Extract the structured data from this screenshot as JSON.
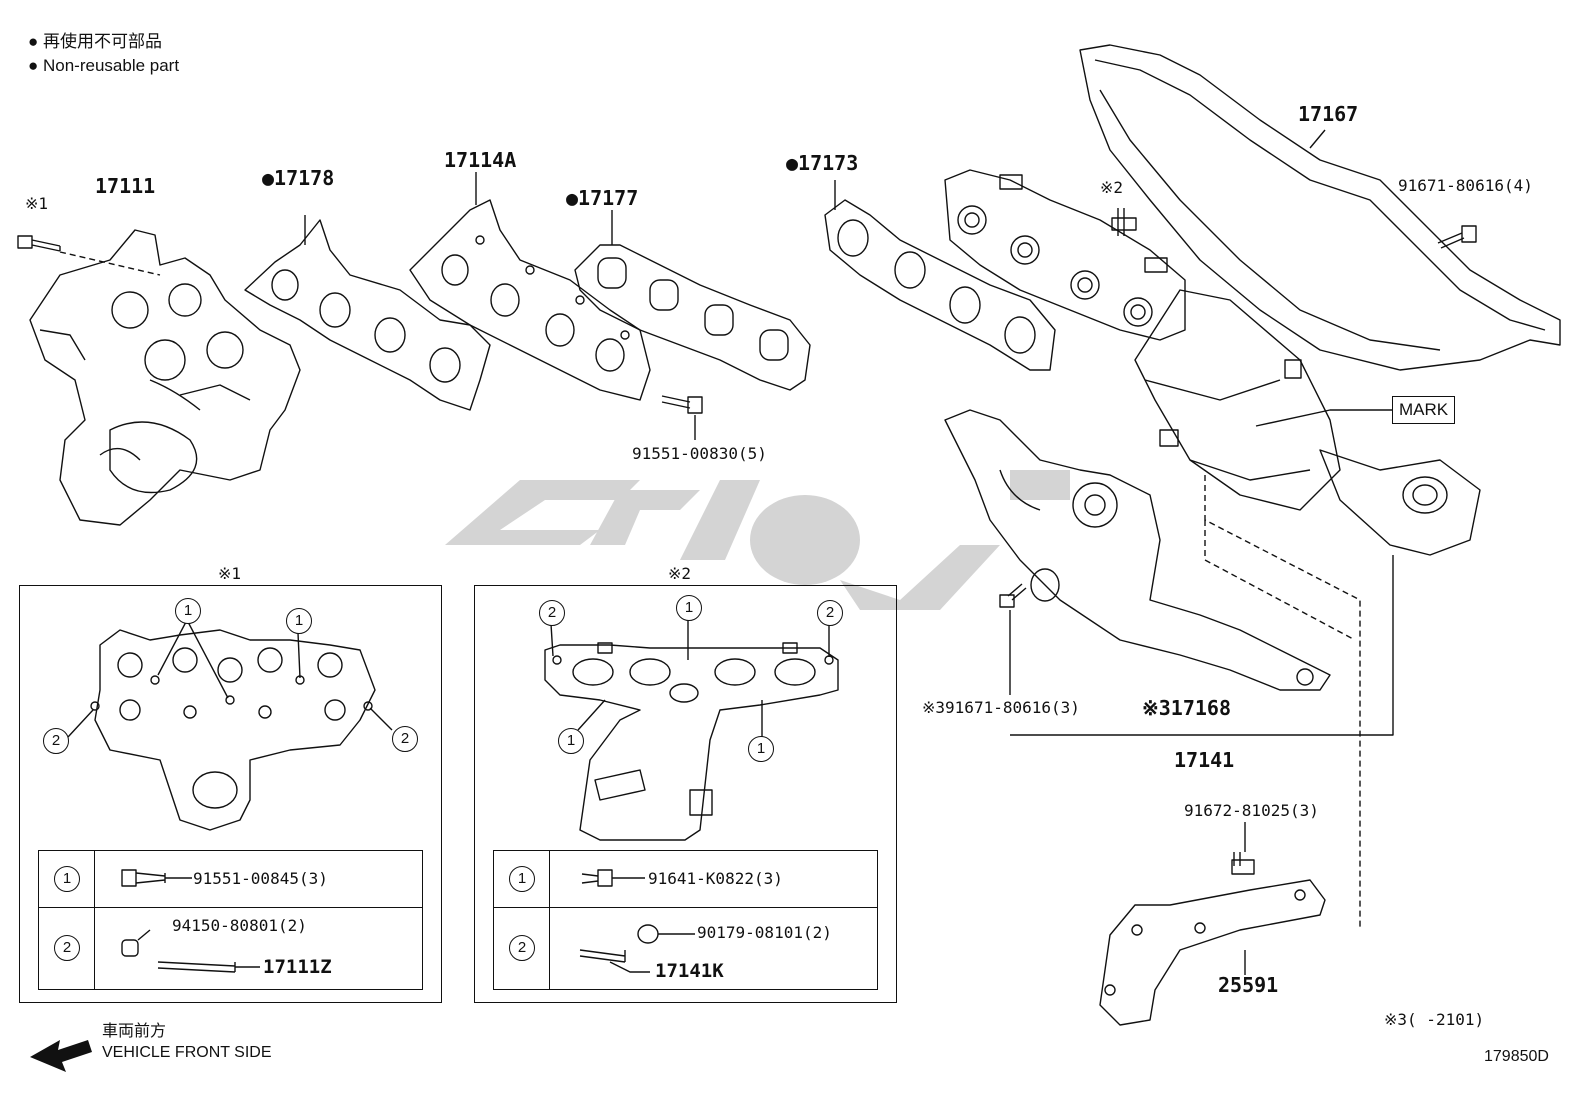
{
  "legend": {
    "line1": "● 再使用不可部品",
    "line2": "● Non-reusable part"
  },
  "parts": {
    "p17111": "17111",
    "p17178": "●17178",
    "p17114a": "17114A",
    "p17177": "●17177",
    "p17173": "●17173",
    "p17167": "17167",
    "p91671_80616_4": "91671-80616(4)",
    "p91551_00830_5": "91551-00830(5)",
    "mark": "MARK",
    "p91671_80616_3": "※391671-80616(3)",
    "p17168": "※317168",
    "p17141": "17141",
    "p91672_81025_3": "91672-81025(3)",
    "p25591": "25591"
  },
  "refs": {
    "r1_top": "※1",
    "r2_top": "※2",
    "r1_box": "※1",
    "r2_box": "※2",
    "note3": "※3(       -2101)"
  },
  "box1": {
    "c1": "1",
    "c2": "2",
    "row1_part": "91551-00845(3)",
    "row2_part_a": "94150-80801(2)",
    "row2_part_b": "17111Z"
  },
  "box2": {
    "c1": "1",
    "c2": "2",
    "row1_part": "91641-K0822(3)",
    "row2_part_a": "90179-08101(2)",
    "row2_part_b": "17141K"
  },
  "callouts": {
    "one": "1",
    "two": "2"
  },
  "footer": {
    "direction_jp": "車両前方",
    "direction_en": "VEHICLE FRONT SIDE",
    "diagram_id": "179850D"
  }
}
